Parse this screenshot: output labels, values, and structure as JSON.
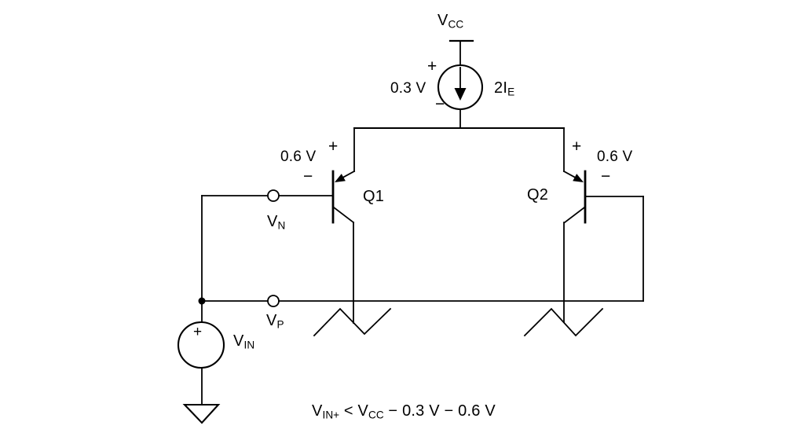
{
  "colors": {
    "ink": "#000000",
    "background": "#ffffff"
  },
  "labels": {
    "vcc": {
      "base": "V",
      "sub": "CC"
    },
    "tail_source": {
      "plus": "+",
      "voltage": "0.3 V",
      "minus": "−",
      "current_base": "2I",
      "current_sub": "E"
    },
    "q1": {
      "name": "Q1",
      "plus": "+",
      "drop": "0.6 V",
      "minus": "−"
    },
    "q2": {
      "name": "Q2",
      "plus": "+",
      "drop": "0.6 V",
      "minus": "−"
    },
    "vn": {
      "base": "V",
      "sub": "N"
    },
    "vp": {
      "base": "V",
      "sub": "P"
    },
    "vin": {
      "base": "V",
      "sub": "IN",
      "plus": "+"
    },
    "formula": {
      "v1": "V",
      "v1_sub": "IN+",
      "mid": " < V",
      "mid_sub": "CC",
      "rest": " − 0.3 V − 0.6 V"
    }
  }
}
